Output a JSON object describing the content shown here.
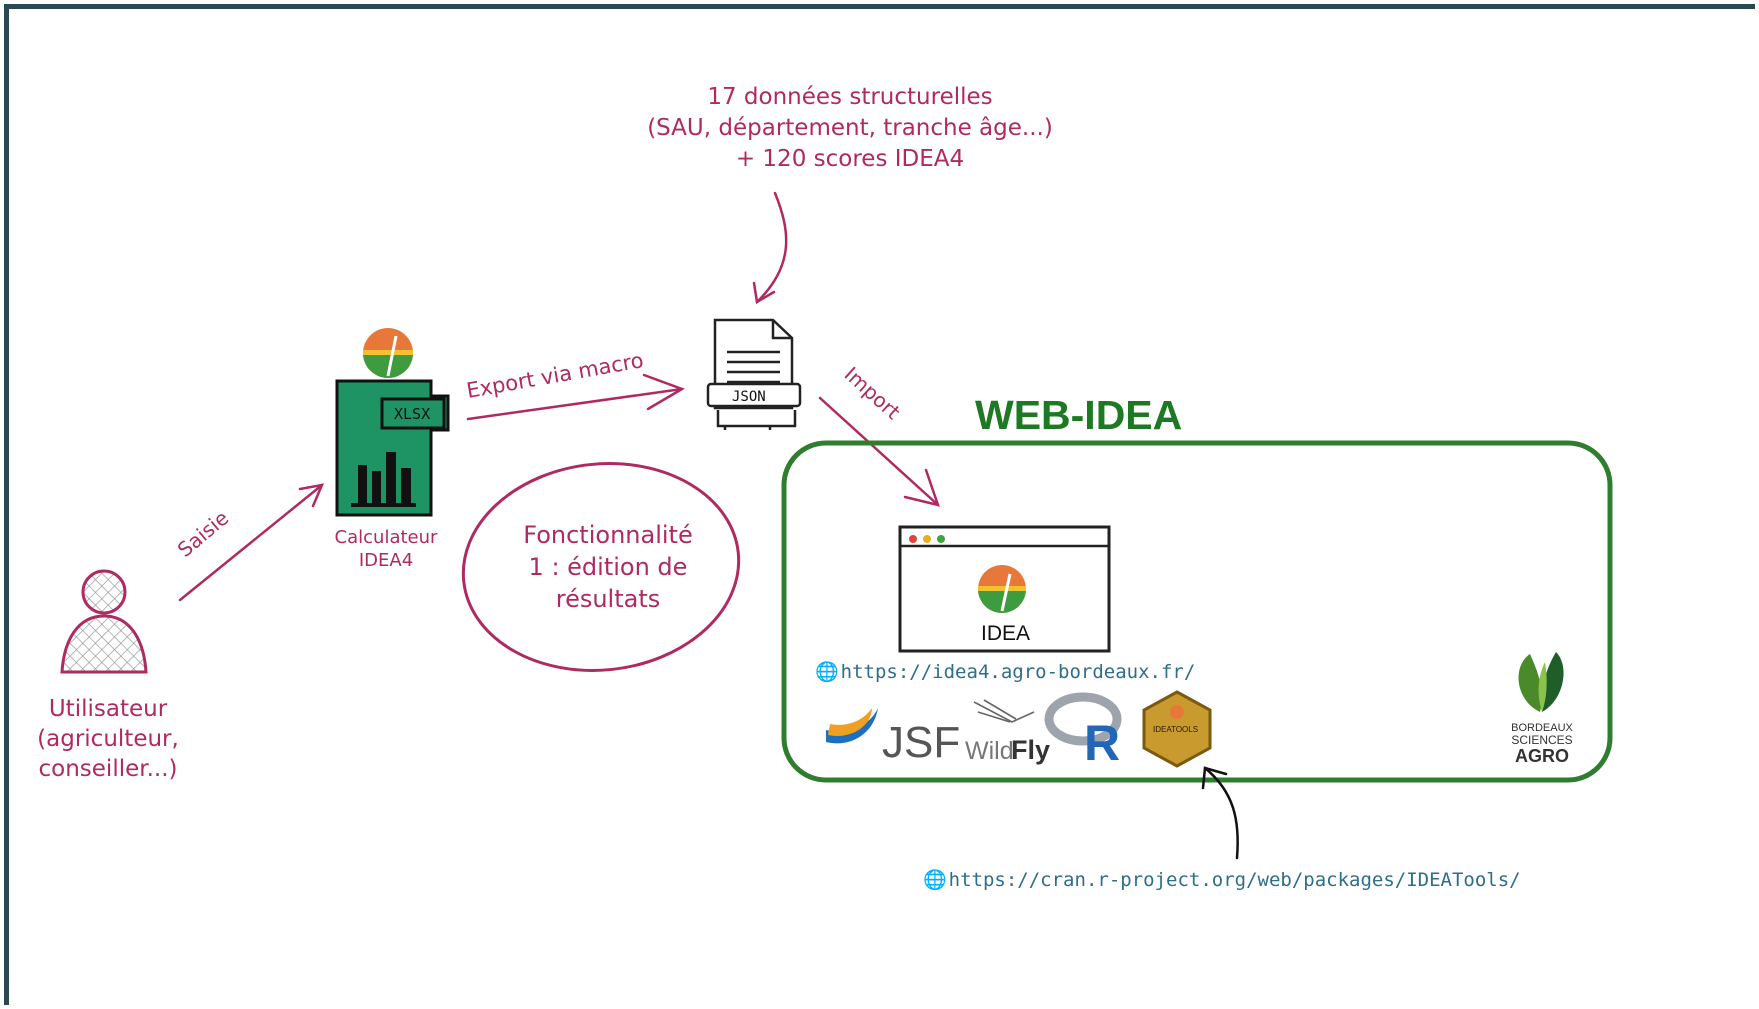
{
  "colors": {
    "ink": "#b02a62",
    "green_box": "#2f7d2f",
    "title_green": "#1d7a22",
    "frame": "#2a4a52",
    "url": "#2e6e8a"
  },
  "json_info": {
    "line1": "17 données structurelles",
    "line2": "(SAU, département, tranche âge...)",
    "line3": "+ 120 scores IDEA4"
  },
  "user": {
    "line1": "Utilisateur",
    "line2": "(agriculteur,",
    "line3": "conseiller...)"
  },
  "arrows": {
    "saisie": "Saisie",
    "export": "Export via macro",
    "import": "Import"
  },
  "calculator": {
    "line1": "Calculateur",
    "line2": "IDEA4",
    "file_badge": "XLSX"
  },
  "json_file": {
    "label": "JSON"
  },
  "feature": {
    "line1": "Fonctionnalité",
    "line2": "1 : édition de",
    "line3": "résultats"
  },
  "webidea": {
    "title": "WEB-IDEA",
    "window_label": "IDEA",
    "url": "https://idea4.agro-bordeaux.fr/",
    "logos": {
      "jsf": "JSF",
      "wildfly_a": "Wild",
      "wildfly_b": "Fly",
      "r": "R",
      "ideatools": "IDEATOOLS"
    },
    "bsa": {
      "line1": "BORDEAUX",
      "line2": "SCIENCES",
      "line3": "AGRO"
    }
  },
  "cran_url": "https://cran.r-project.org/web/packages/IDEATools/"
}
